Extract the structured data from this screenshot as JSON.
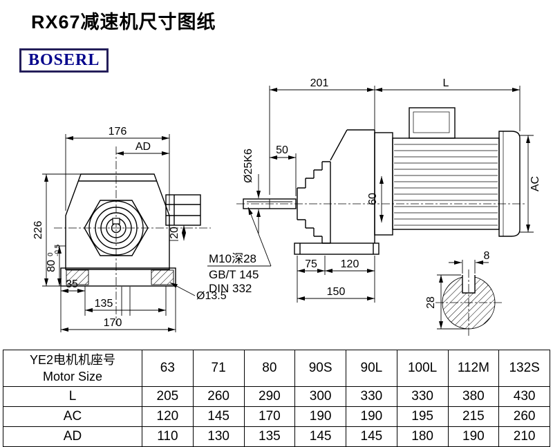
{
  "page": {
    "title": "RX67减速机尺寸图纸",
    "logo_text": "BOSERL"
  },
  "colors": {
    "logo_text": "#00008b",
    "logo_border": "#241e5a",
    "line": "#000000",
    "background": "#ffffff"
  },
  "front_view": {
    "dim_width": "176",
    "dim_ad": "AD",
    "dim_height": "226",
    "dim_80": "80",
    "dim_80_tol_upper": "0",
    "dim_80_tol_lower": "-0.5",
    "dim_20": "20",
    "dim_35": "35",
    "dim_135": "135",
    "dim_170": "170",
    "dim_hole": "Ø13.5"
  },
  "side_view": {
    "dim_201": "201",
    "dim_l": "L",
    "dim_50": "50",
    "dim_shaft": "Ø25K6",
    "dim_60": "60",
    "dim_ac": "AC",
    "note_tap": "M10深28",
    "note_gbt": "GB/T 145",
    "note_din": "DIN 332",
    "dim_75": "75",
    "dim_120": "120",
    "dim_150": "150"
  },
  "end_view": {
    "dim_key_width": "8",
    "dim_28": "28"
  },
  "table": {
    "header_label_line1": "YE2电机机座号",
    "header_label_line2": "Motor Size",
    "columns": [
      "63",
      "71",
      "80",
      "90S",
      "90L",
      "100L",
      "112M",
      "132S"
    ],
    "rows": [
      {
        "label": "L",
        "values": [
          "205",
          "260",
          "290",
          "300",
          "330",
          "330",
          "380",
          "430"
        ]
      },
      {
        "label": "AC",
        "values": [
          "120",
          "145",
          "170",
          "190",
          "190",
          "195",
          "215",
          "260"
        ]
      },
      {
        "label": "AD",
        "values": [
          "110",
          "130",
          "135",
          "145",
          "145",
          "180",
          "190",
          "210"
        ]
      }
    ]
  }
}
